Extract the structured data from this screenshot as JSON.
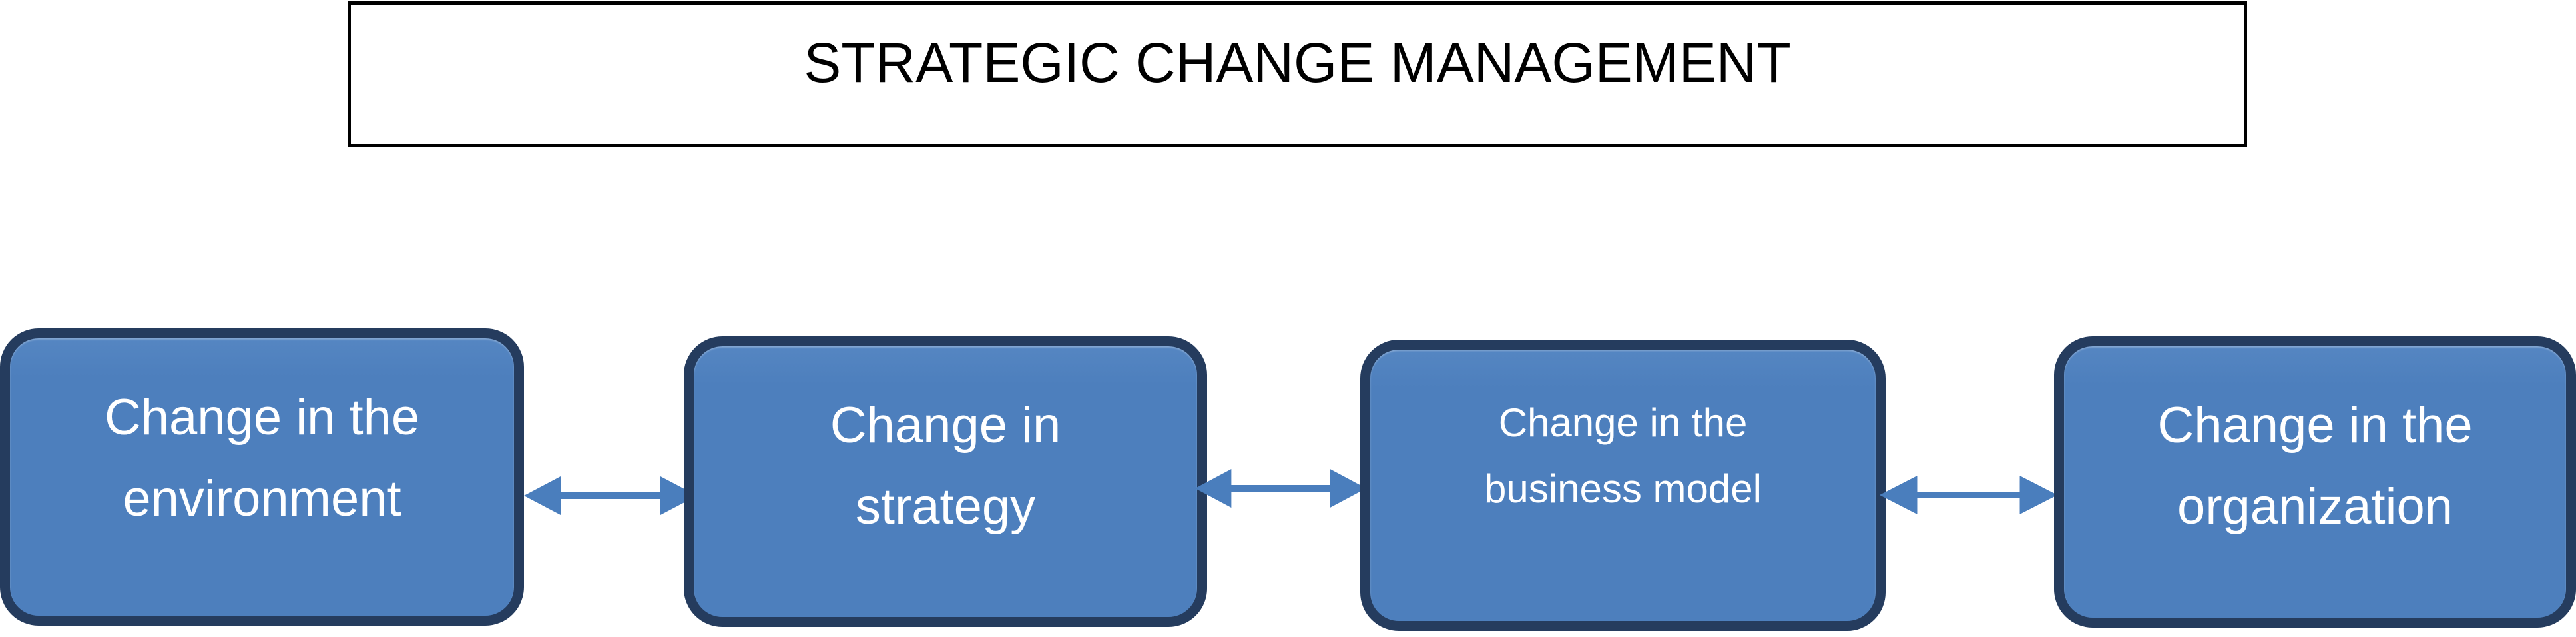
{
  "title": {
    "text": "STRATEGIC CHANGE MANAGEMENT"
  },
  "boxes": [
    {
      "id": "environment",
      "line1": "Change in the",
      "line2": "environment"
    },
    {
      "id": "strategy",
      "line1": "Change in",
      "line2": "strategy"
    },
    {
      "id": "business-model",
      "line1": "Change in the",
      "line2": "business model"
    },
    {
      "id": "organization",
      "line1": "Change in the",
      "line2": "organization"
    }
  ],
  "connectors": [
    {
      "type": "double-arrow",
      "between": [
        "environment",
        "strategy"
      ]
    },
    {
      "type": "double-arrow",
      "between": [
        "strategy",
        "business-model"
      ]
    },
    {
      "type": "double-arrow",
      "between": [
        "business-model",
        "organization"
      ]
    }
  ],
  "colors": {
    "background": "#FFFFFF",
    "title_border": "#000000",
    "title_text": "#000000",
    "box_fill": "#4D7FBD",
    "box_border": "#253C5E",
    "box_text": "#FFFFFF",
    "arrow": "#4A7EBD"
  }
}
